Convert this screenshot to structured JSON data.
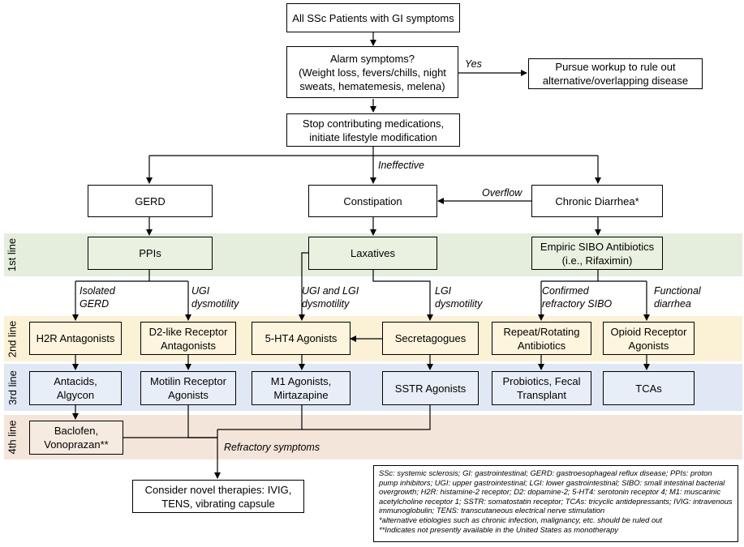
{
  "colors": {
    "line1": "#e5eedd",
    "line2": "#fbf1d5",
    "line3": "#dfe8f4",
    "line4": "#f4e5da",
    "box_line1": "#eaf1e0",
    "box_line2": "#fdf5de",
    "box_line3": "#e8eef7",
    "box_line4": "#f6ebe1"
  },
  "bands": [
    "1st line",
    "2nd line",
    "3rd line",
    "4th line"
  ],
  "nodes": {
    "start": "All SSc Patients with GI symptoms",
    "alarm": "Alarm symptoms?\n(Weight loss, fevers/chills, night\nsweats, hematemesis, melena)",
    "workup": "Pursue workup to rule out\nalternative/overlapping disease",
    "stop": "Stop contributing medications,\ninitiate lifestyle modification",
    "gerd": "GERD",
    "constipation": "Constipation",
    "diarrhea": "Chronic Diarrhea*",
    "ppis": "PPIs",
    "laxatives": "Laxatives",
    "sibo": "Empiric SIBO Antibiotics\n(i.e., Rifaximin)",
    "h2r": "H2R Antagonists",
    "d2": "D2-like Receptor\nAntagonists",
    "ht4": "5-HT4 Agonists",
    "secretagogues": "Secretagogues",
    "repeat_abx": "Repeat/Rotating\nAntibiotics",
    "opioid": "Opioid Receptor\nAgonists",
    "antacids": "Antacids,\nAlgycon",
    "motilin": "Motilin Receptor\nAgonists",
    "m1": "M1 Agonists,\nMirtazapine",
    "sstr": "SSTR Agonists",
    "probiotics": "Probiotics, Fecal\nTransplant",
    "tcas": "TCAs",
    "baclofen": "Baclofen,\nVonoprazan**",
    "novel": "Consider novel therapies: IVIG,\nTENS, vibrating capsule"
  },
  "edge_labels": {
    "yes": "Yes",
    "ineffective": "Ineffective",
    "overflow": "Overflow",
    "isolated_gerd": "Isolated\nGERD",
    "ugi": "UGI\ndysmotility",
    "ugi_lgi": "UGI and LGI\ndysmotility",
    "lgi": "LGI\ndysmotility",
    "confirmed_sibo": "Confirmed\nrefractory SIBO",
    "functional": "Functional\ndiarrhea",
    "refractory": "Refractory symptoms"
  },
  "legend": {
    "abbreviations": "SSc: systemic sclerosis; GI: gastrointestinal; GERD: gastroesophageal reflux disease; PPIs: proton pump inhibitors; UGI: upper gastrointestinal; LGI: lower gastrointestinal; SIBO: small intestinal bacterial overgrowth; H2R: histamine-2 receptor; D2: dopamine-2; 5-HT4: serotonin receptor 4; M1: muscarinic acetylcholine receptor 1; SSTR: somatostatin receptor; TCAs: tricyclic antidepressants; IVIG: intravenous immunoglobulin; TENS: transcutaneous electrical nerve stimulation",
    "note1": "*alternative etiologies such as chronic infection, malignancy, etc. should be ruled out",
    "note2": "**Indicates not presently available in the United States as monotherapy"
  }
}
